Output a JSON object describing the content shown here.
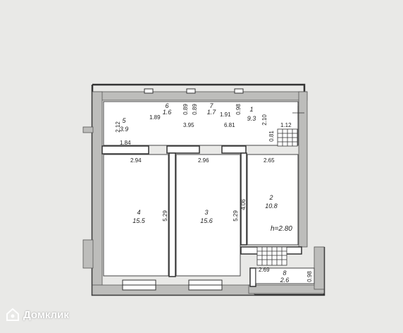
{
  "rooms": [
    {
      "id": "r1",
      "number": "1",
      "area": "9.3"
    },
    {
      "id": "r2",
      "number": "2",
      "area": "10.8"
    },
    {
      "id": "r3",
      "number": "3",
      "area": "15.6"
    },
    {
      "id": "r4",
      "number": "4",
      "area": "15.5"
    },
    {
      "id": "r5",
      "number": "5",
      "area": "3.9"
    },
    {
      "id": "r6",
      "number": "6",
      "area": "1.6"
    },
    {
      "id": "r7",
      "number": "7",
      "area": "1.7"
    },
    {
      "id": "r8",
      "number": "8",
      "area": "2.6"
    }
  ],
  "dimensions": {
    "d_212": "2.12",
    "d_189": "1.89",
    "d_089a": "0.89",
    "d_395": "3.95",
    "d_089b": "0.89",
    "d_191": "1.91",
    "d_098a": "0.98",
    "d_681": "6.81",
    "d_210": "2.10",
    "d_112": "1.12",
    "d_081": "0.81",
    "d_184": "1.84",
    "d_294": "2.94",
    "d_296": "2.96",
    "d_265": "2.65",
    "d_529a": "5.29",
    "d_529b": "5.29",
    "d_406": "4.06",
    "d_269": "2.69",
    "d_098b": "0.98"
  },
  "ceiling_height": "h=2.80",
  "watermark": {
    "text": "Домклик",
    "icon": "domclick-logo-icon"
  }
}
